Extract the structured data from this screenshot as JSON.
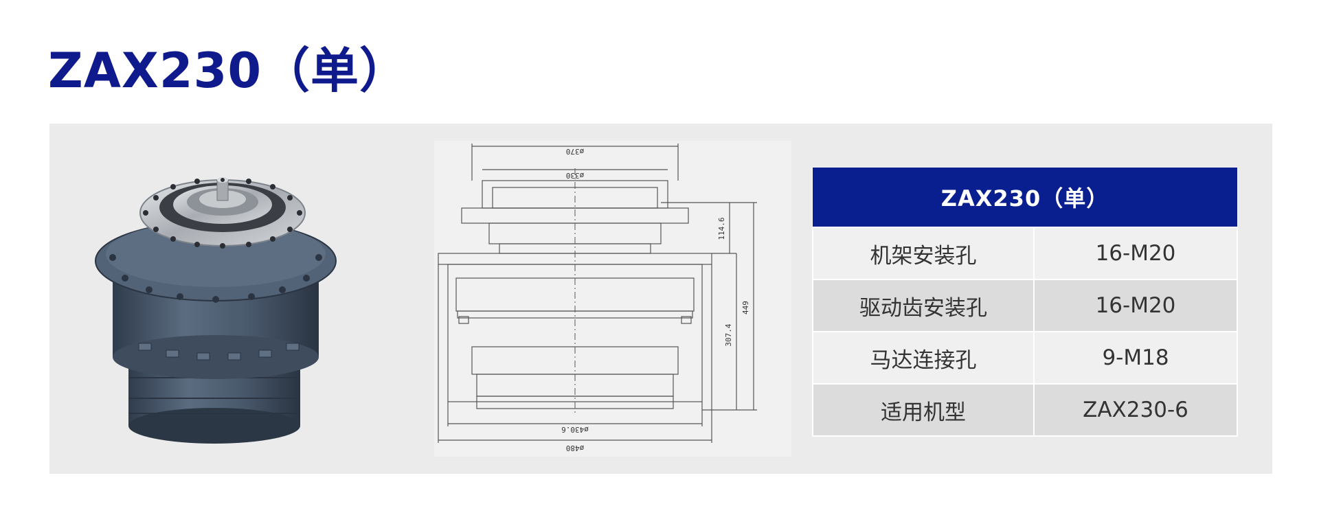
{
  "page": {
    "title": "ZAX230（单）"
  },
  "drawing": {
    "dims": {
      "d370": "ø370",
      "d330": "ø330",
      "h114": "114.6",
      "h449": "449",
      "h307": "307.4",
      "d430": "ø430.6",
      "d480": "ø480"
    }
  },
  "spec_table": {
    "header": "ZAX230（单）",
    "rows": [
      {
        "label": "机架安装孔",
        "value": "16-M20"
      },
      {
        "label": "驱动齿安装孔",
        "value": "16-M20"
      },
      {
        "label": "马达连接孔",
        "value": "9-M18"
      },
      {
        "label": "适用机型",
        "value": "ZAX230-6"
      }
    ]
  },
  "colors": {
    "title_blue": "#0f1a8c",
    "header_blue": "#0a1f8f",
    "panel_gray": "#ebebeb",
    "product_body": "#4a5a6d",
    "flange_silver": "#b5b9be"
  }
}
